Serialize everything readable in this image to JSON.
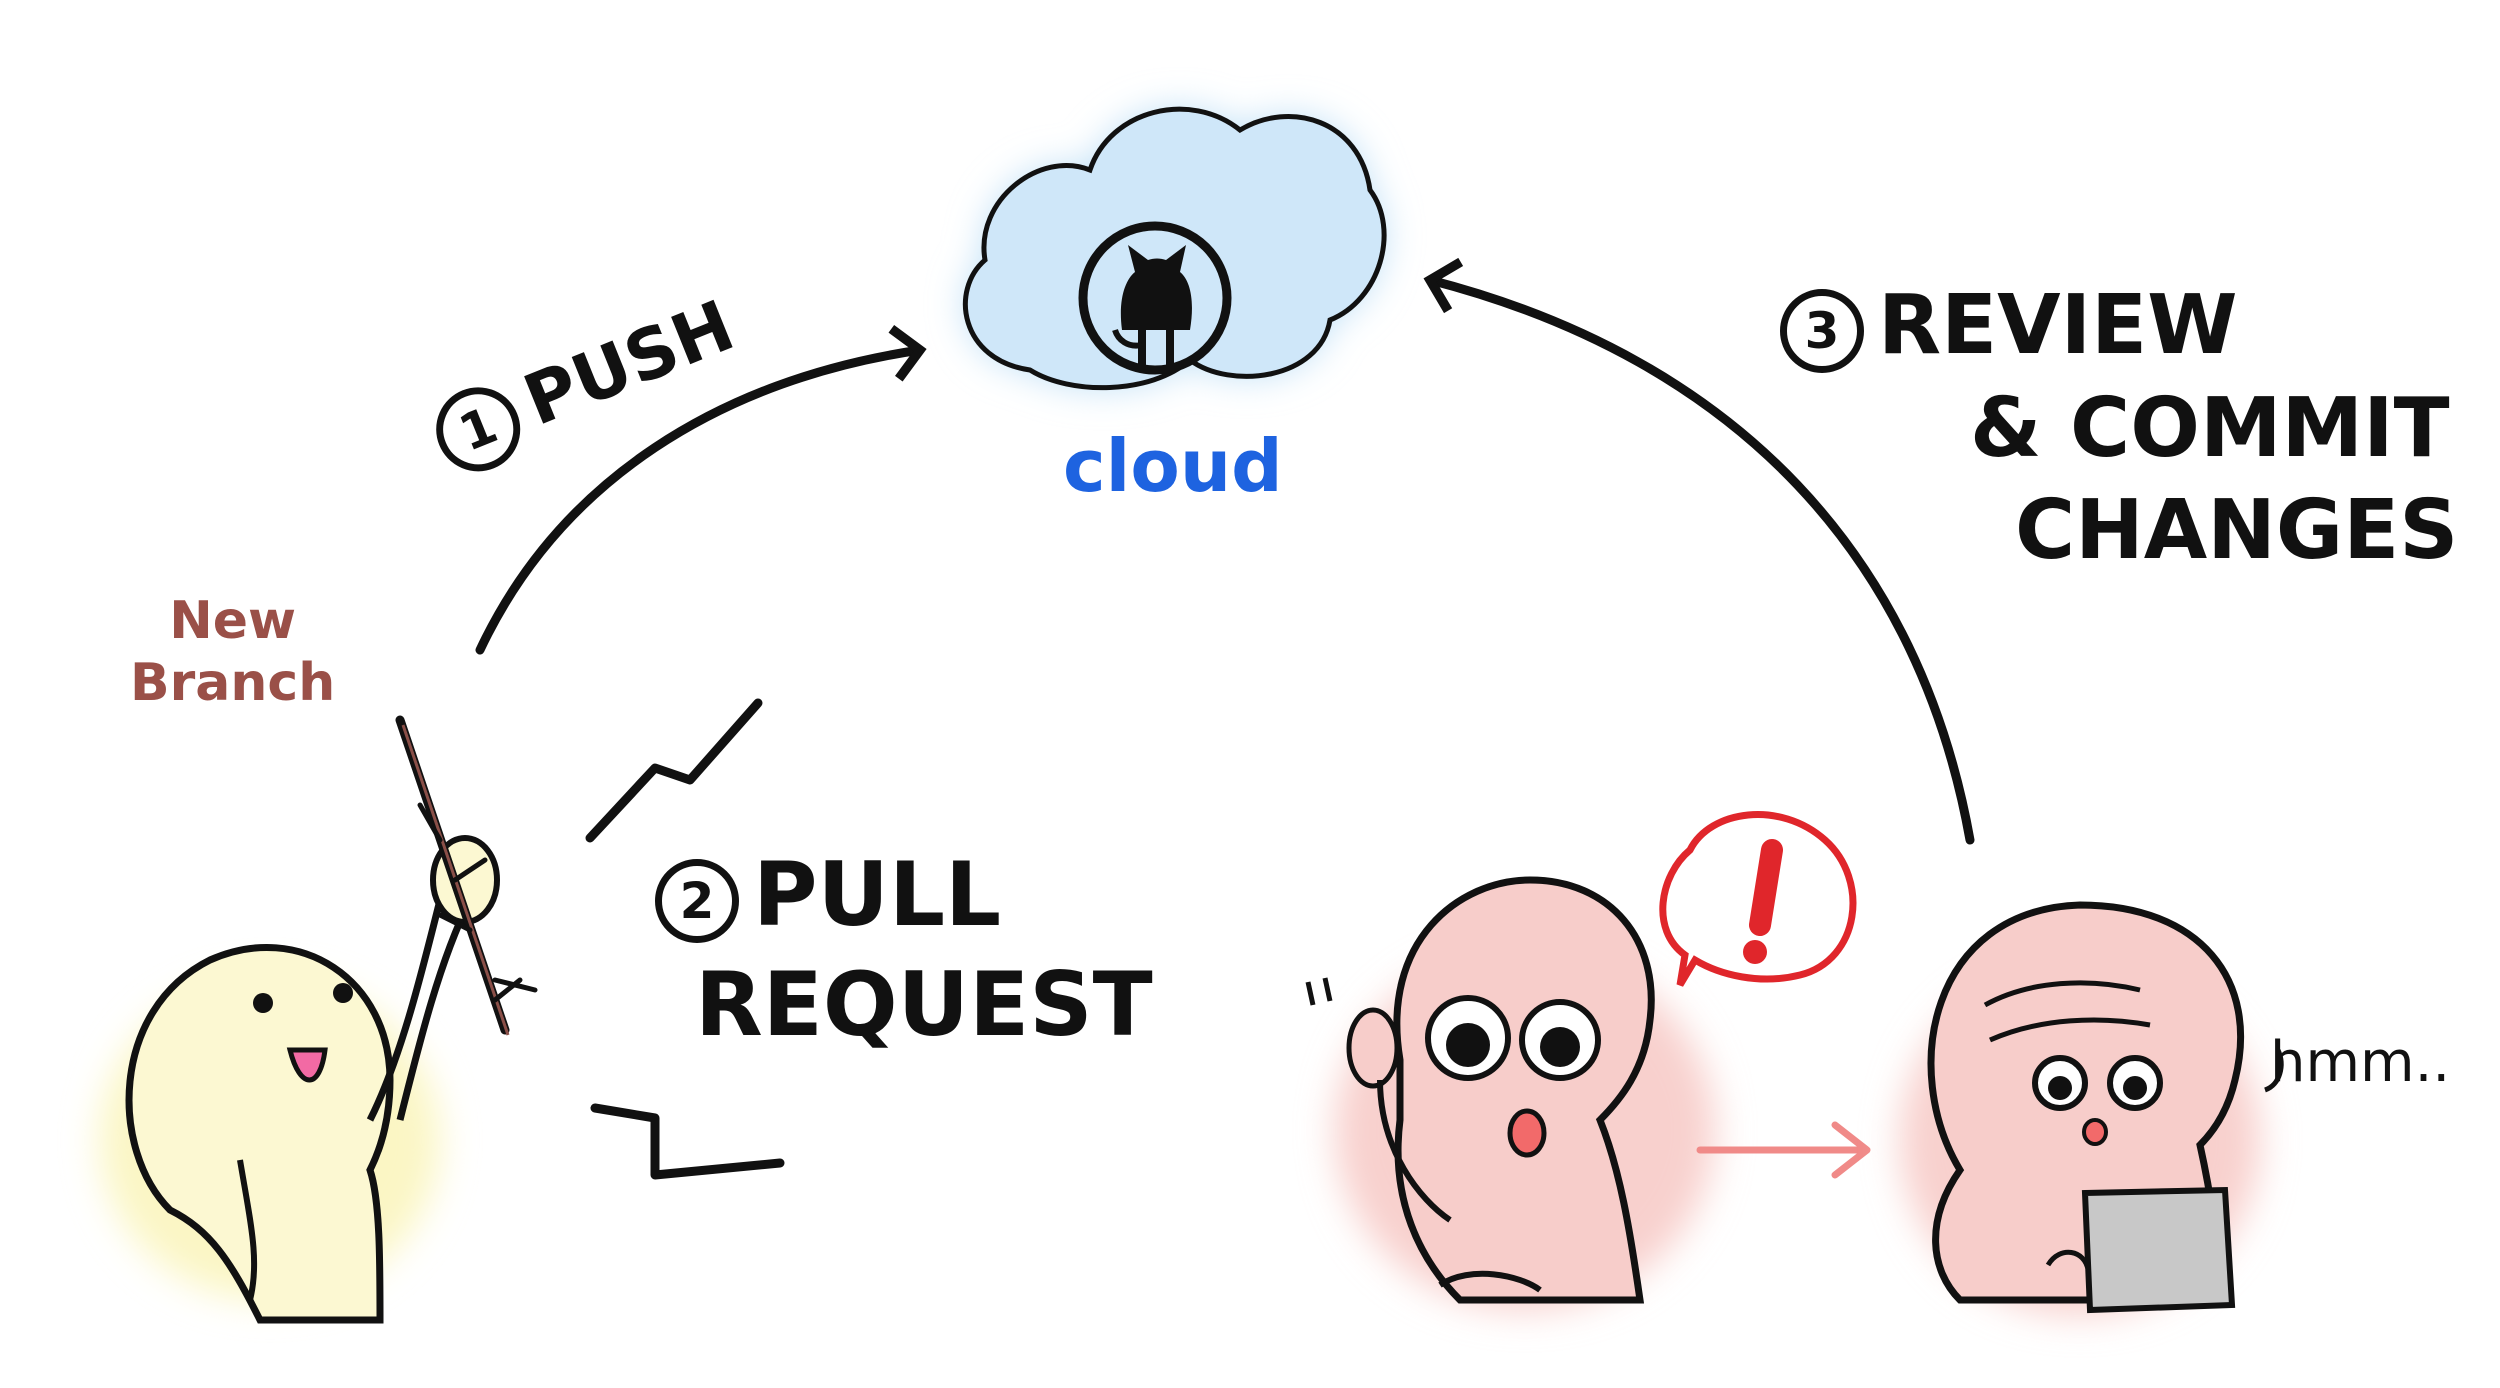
{
  "labels": {
    "cloud": "cloud",
    "new_branch_line1": "New",
    "new_branch_line2": "Branch",
    "step1_number": "1",
    "step1_text": "PUSH",
    "step2_number": "2",
    "step2_line1": "PULL",
    "step2_line2": "REQUEST",
    "step3_number": "3",
    "step3_line1": "REVIEW",
    "step3_line2": "& COMMIT",
    "step3_line3": "CHANGES",
    "thought": "hmm..",
    "alert": "!"
  },
  "icons": {
    "center": "github-octocat-icon"
  },
  "colors": {
    "ink": "#111111",
    "cloud_fill": "#bfe0f7",
    "cloud_text": "#1e63e0",
    "branch_label": "#9a5048",
    "yellow_character": "#fbf6c4",
    "pink_character": "#f6c8c6",
    "alert_red": "#e0262b",
    "handoff_arrow": "#f08a88",
    "laptop": "#c8c8c8"
  }
}
